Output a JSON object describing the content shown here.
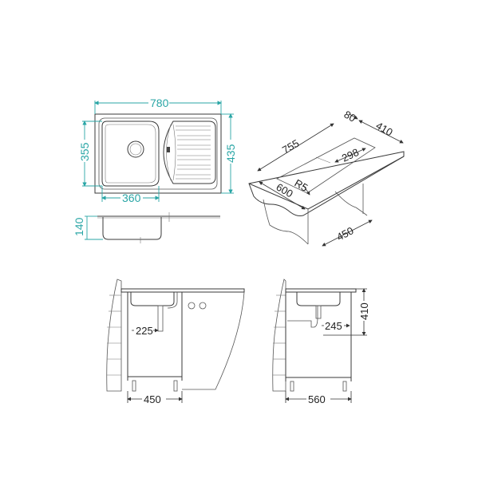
{
  "top_view": {
    "width_label": "780",
    "bowl_height_label": "355",
    "overall_height_label": "435",
    "bowl_width_label": "360"
  },
  "side_view": {
    "depth_label": "140"
  },
  "iso_view": {
    "length_label": "755",
    "edge_label": "80",
    "width_label": "410",
    "cutout_label": "298",
    "radius_label": "R5",
    "counter_depth_label": "600",
    "cabinet_label": "450"
  },
  "front_install": {
    "drain_offset_label": "225",
    "cabinet_width_label": "450"
  },
  "side_install": {
    "drain_offset_label": "245",
    "height_label": "410",
    "cabinet_depth_label": "560"
  },
  "colors": {
    "dimension": "#2aa6a6",
    "line": "#3a3a3a"
  }
}
